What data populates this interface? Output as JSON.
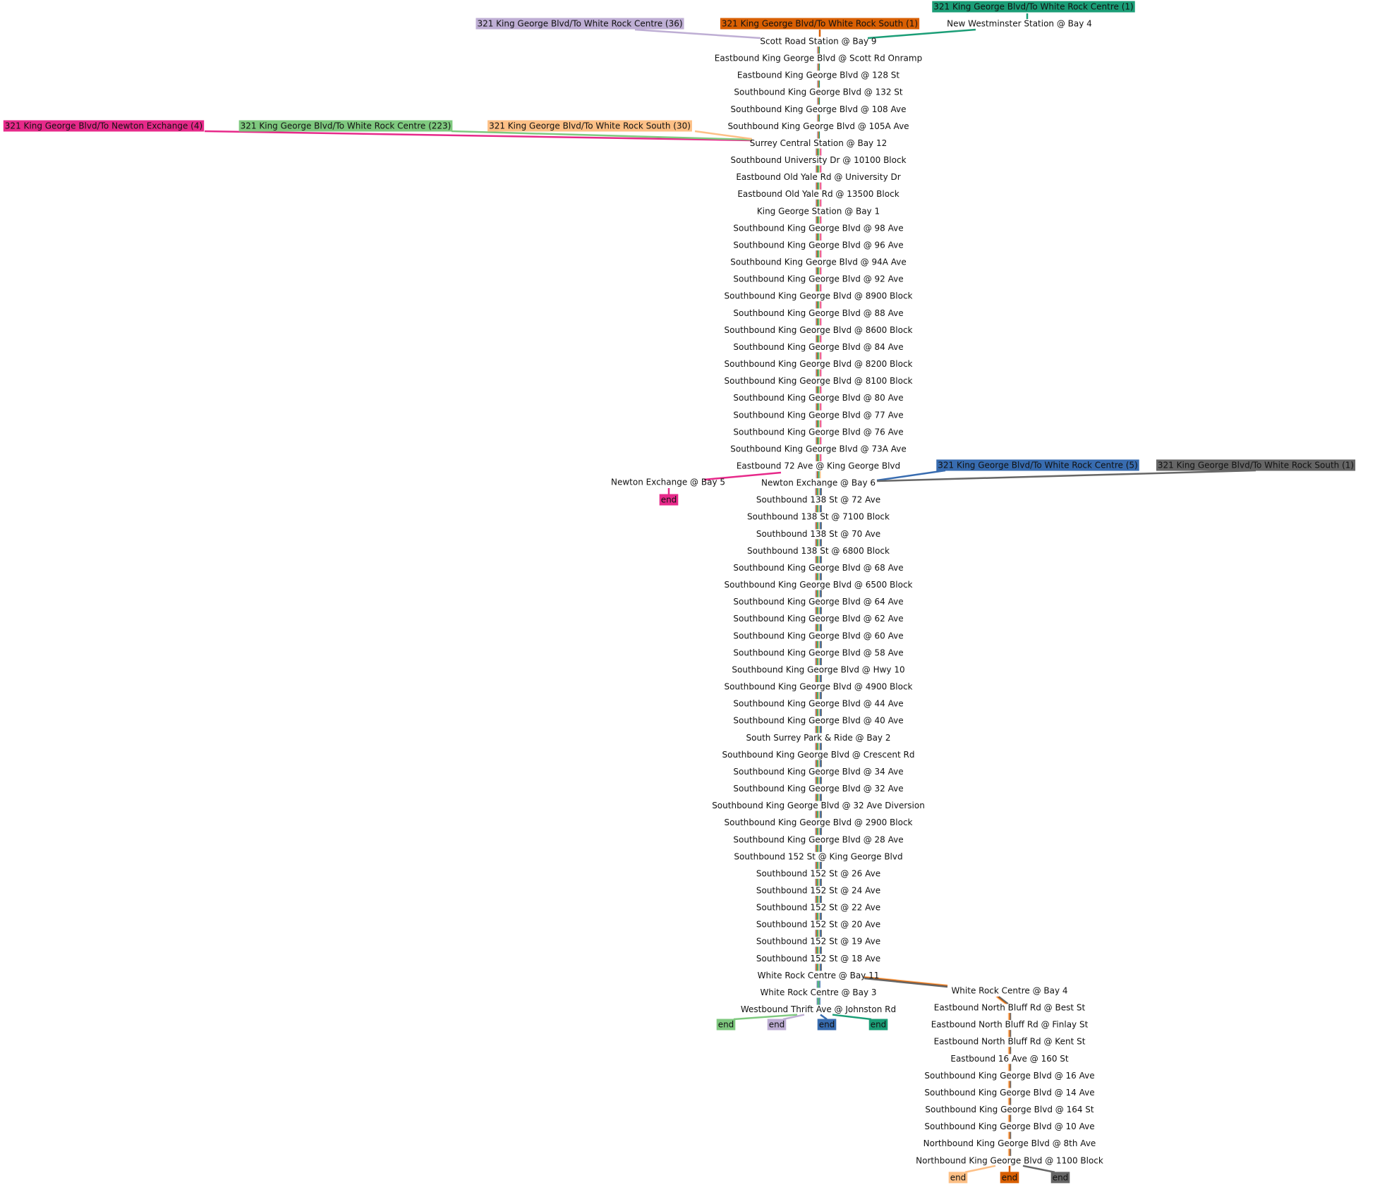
{
  "colors": {
    "kg_wr_centre_1": "#1b9e77",
    "kg_wr_south_1_orange": "#d95f02",
    "kg_wr_centre_36": "#beaed4",
    "kg_newton_4": "#e7298a",
    "kg_wr_centre_223": "#7fc97f",
    "kg_wr_south_30": "#fdc086",
    "kg_wr_centre_5": "#386cb0",
    "kg_wr_south_1_grey": "#666666"
  },
  "routes": [
    {
      "id": "kg_wr_centre_1",
      "label": "321 King George Blvd/To White Rock Centre (1)"
    },
    {
      "id": "kg_wr_south_1_orange",
      "label": "321 King George Blvd/To White Rock South (1)"
    },
    {
      "id": "kg_wr_centre_36",
      "label": "321 King George Blvd/To White Rock Centre (36)"
    },
    {
      "id": "kg_newton_4",
      "label": "321 King George Blvd/To Newton Exchange (4)"
    },
    {
      "id": "kg_wr_centre_223",
      "label": "321 King George Blvd/To White Rock Centre (223)"
    },
    {
      "id": "kg_wr_south_30",
      "label": "321 King George Blvd/To White Rock South (30)"
    },
    {
      "id": "kg_wr_centre_5",
      "label": "321 King George Blvd/To White Rock Centre (5)"
    },
    {
      "id": "kg_wr_south_1_grey",
      "label": "321 King George Blvd/To White Rock South (1)"
    }
  ],
  "stops": {
    "new_westminster": "New Westminster Station @ Bay 4",
    "main": [
      "Scott Road Station @ Bay 9",
      "Eastbound King George Blvd @ Scott Rd Onramp",
      "Eastbound King George Blvd @ 128 St",
      "Southbound King George Blvd @ 132 St",
      "Southbound King George Blvd @ 108 Ave",
      "Southbound King George Blvd @ 105A Ave",
      "Surrey Central Station @ Bay 12",
      "Southbound University Dr @ 10100 Block",
      "Eastbound Old Yale Rd @ University Dr",
      "Eastbound Old Yale Rd @ 13500 Block",
      "King George Station @ Bay 1",
      "Southbound King George Blvd @ 98 Ave",
      "Southbound King George Blvd @ 96 Ave",
      "Southbound King George Blvd @ 94A Ave",
      "Southbound King George Blvd @ 92 Ave",
      "Southbound King George Blvd @ 8900 Block",
      "Southbound King George Blvd @ 88 Ave",
      "Southbound King George Blvd @ 8600 Block",
      "Southbound King George Blvd @ 84 Ave",
      "Southbound King George Blvd @ 8200 Block",
      "Southbound King George Blvd @ 8100 Block",
      "Southbound King George Blvd @ 80 Ave",
      "Southbound King George Blvd @ 77 Ave",
      "Southbound King George Blvd @ 76 Ave",
      "Southbound King George Blvd @ 73A Ave",
      "Eastbound 72 Ave @ King George Blvd",
      "Newton Exchange @ Bay 6",
      "Southbound 138 St @ 72 Ave",
      "Southbound 138 St @ 7100 Block",
      "Southbound 138 St @ 70 Ave",
      "Southbound 138 St @ 6800 Block",
      "Southbound King George Blvd @ 68 Ave",
      "Southbound King George Blvd @ 6500 Block",
      "Southbound King George Blvd @ 64 Ave",
      "Southbound King George Blvd @ 62 Ave",
      "Southbound King George Blvd @ 60 Ave",
      "Southbound King George Blvd @ 58 Ave",
      "Southbound King George Blvd @ Hwy 10",
      "Southbound King George Blvd @ 4900 Block",
      "Southbound King George Blvd @ 44 Ave",
      "Southbound King George Blvd @ 40 Ave",
      "South Surrey Park & Ride @ Bay 2",
      "Southbound King George Blvd @ Crescent Rd",
      "Southbound King George Blvd @ 34 Ave",
      "Southbound King George Blvd @ 32 Ave",
      "Southbound King George Blvd @ 32 Ave Diversion",
      "Southbound King George Blvd @ 2900 Block",
      "Southbound King George Blvd @ 28 Ave",
      "Southbound 152 St @ King George Blvd",
      "Southbound 152 St @ 26 Ave",
      "Southbound 152 St @ 24 Ave",
      "Southbound 152 St @ 22 Ave",
      "Southbound 152 St @ 20 Ave",
      "Southbound 152 St @ 19 Ave",
      "Southbound 152 St @ 18 Ave",
      "White Rock Centre @ Bay 11",
      "White Rock Centre @ Bay 3",
      "Westbound Thrift Ave @ Johnston Rd"
    ],
    "newton_bay5": "Newton Exchange @ Bay 5",
    "branch": [
      "White Rock Centre @ Bay 4",
      "Eastbound North Bluff Rd @ Best St",
      "Eastbound North Bluff Rd @ Finlay St",
      "Eastbound North Bluff Rd @ Kent St",
      "Eastbound 16 Ave @ 160 St",
      "Southbound King George Blvd @ 16 Ave",
      "Southbound King George Blvd @ 14 Ave",
      "Southbound King George Blvd @ 164 St",
      "Southbound King George Blvd @ 10 Ave",
      "Northbound King George Blvd @ 8th Ave",
      "Northbound King George Blvd @ 1100 Block"
    ]
  },
  "end_label": "end",
  "ends": [
    {
      "route": "kg_newton_4",
      "label": "end"
    },
    {
      "route": "kg_wr_centre_223",
      "label": "end"
    },
    {
      "route": "kg_wr_centre_36",
      "label": "end"
    },
    {
      "route": "kg_wr_centre_5",
      "label": "end"
    },
    {
      "route": "kg_wr_centre_1",
      "label": "end"
    },
    {
      "route": "kg_wr_south_30",
      "label": "end"
    },
    {
      "route": "kg_wr_south_1_orange",
      "label": "end"
    },
    {
      "route": "kg_wr_south_1_grey",
      "label": "end"
    }
  ]
}
